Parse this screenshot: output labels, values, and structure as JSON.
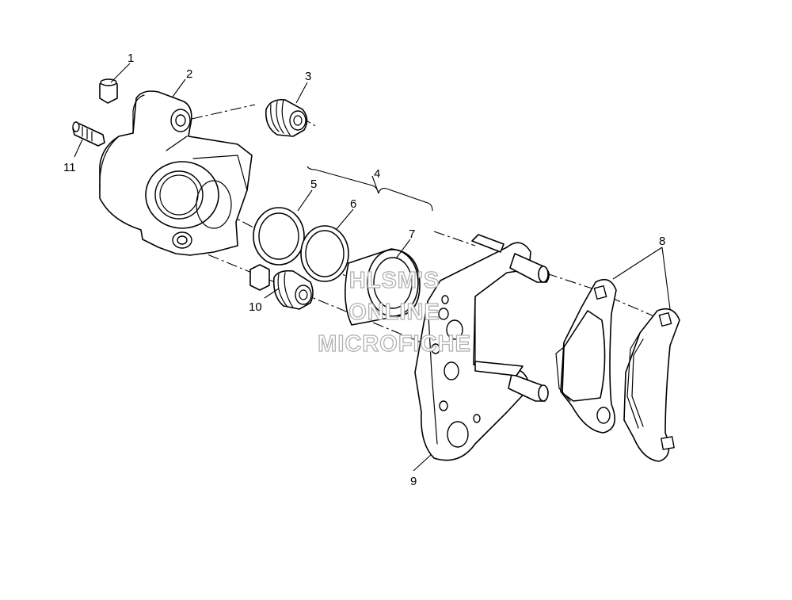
{
  "callouts": [
    {
      "id": "1",
      "label": "1"
    },
    {
      "id": "2",
      "label": "2"
    },
    {
      "id": "3",
      "label": "3"
    },
    {
      "id": "4",
      "label": "4"
    },
    {
      "id": "5",
      "label": "5"
    },
    {
      "id": "6",
      "label": "6"
    },
    {
      "id": "7",
      "label": "7"
    },
    {
      "id": "8",
      "label": "8"
    },
    {
      "id": "9",
      "label": "9"
    },
    {
      "id": "10",
      "label": "10"
    },
    {
      "id": "11",
      "label": "11"
    }
  ],
  "watermark": {
    "line1": "HLSM'S",
    "line2": "ONLINE",
    "line3": "MICROFICHE",
    "color": "#b0b0b0"
  }
}
